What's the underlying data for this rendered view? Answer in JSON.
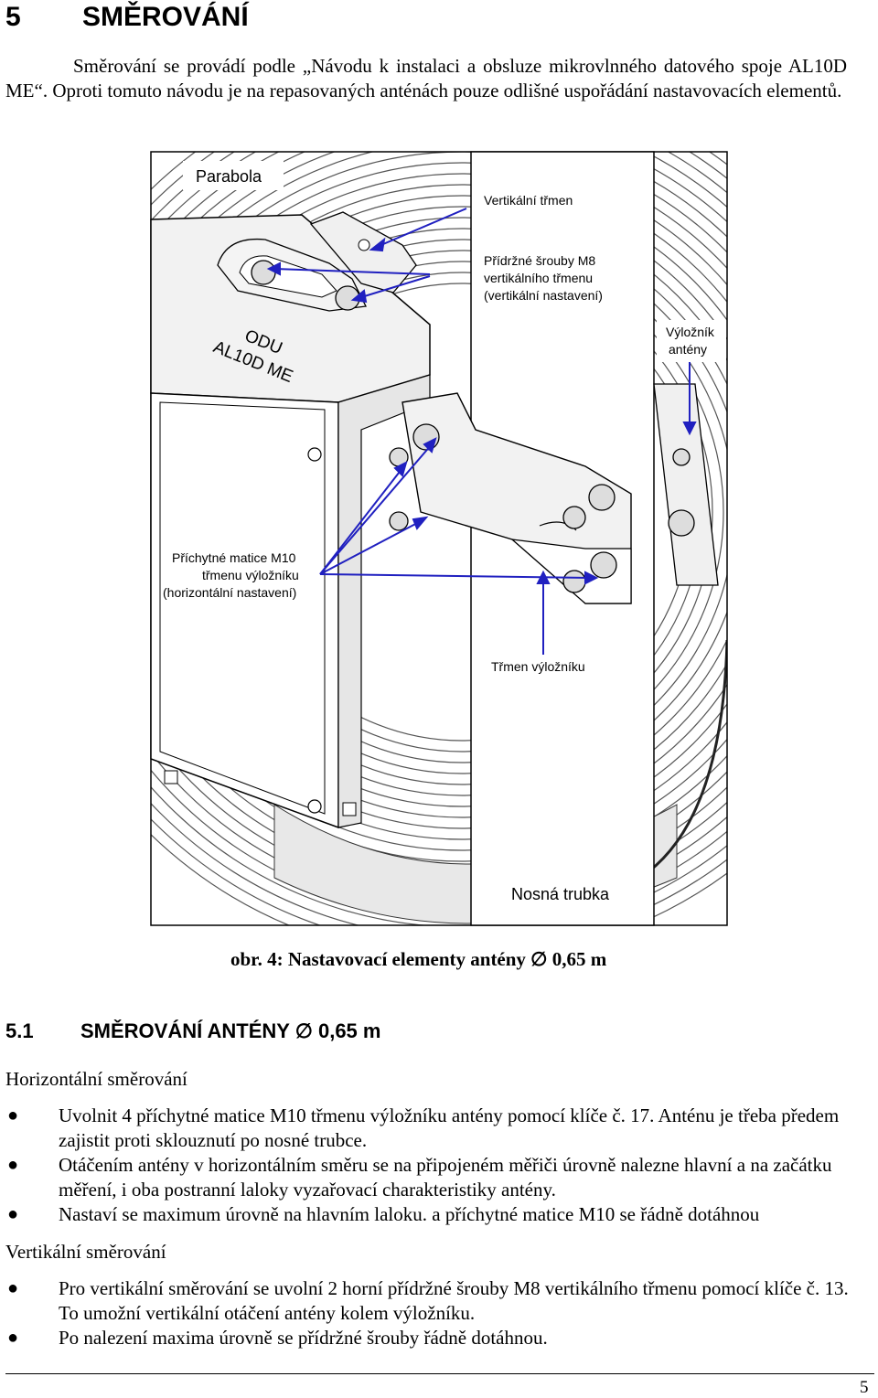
{
  "chapter": {
    "number": "5",
    "title": "SMĚROVÁNÍ"
  },
  "intro": "Směrování se provádí podle „Návodu k instalaci a obsluze mikrovlnného datového spoje AL10D ME“. Oproti tomuto návodu je na repasovaných anténách pouze odlišné uspořádání nastavovacích elementů.",
  "figure": {
    "labels": {
      "parabola": "Parabola",
      "vert_clamp": "Vertikální třmen",
      "screws_l1": "Přídržné šrouby M8",
      "screws_l2": "vertikálního třmenu",
      "screws_l3": "(vertikální nastavení)",
      "odu_l1": "ODU",
      "odu_l2": "AL10D ME",
      "arm_l1": "Výložník",
      "arm_l2": "antény",
      "nuts_l1": "Příchytné matice M10",
      "nuts_l2": "třmenu výložníku",
      "nuts_l3": "(horizontální nastavení)",
      "arm_clamp": "Třmen výložníku",
      "tube": "Nosná trubka"
    },
    "caption": "obr. 4: Nastavovací elementy antény ∅ 0,65 m"
  },
  "section": {
    "number": "5.1",
    "title": "SMĚROVÁNÍ ANTÉNY ∅ 0,65 m"
  },
  "horizontal": {
    "heading": "Horizontální směrování",
    "items": [
      "Uvolnit 4 příchytné matice M10 třmenu výložníku antény pomocí klíče č. 17. Anténu je třeba předem zajistit proti sklouznutí po nosné trubce.",
      "Otáčením antény v horizontálním směru se na připojeném měřiči úrovně nalezne hlavní a na začátku měření, i oba postranní laloky vyzařovací charakteristiky antény.",
      "Nastaví se maximum úrovně na hlavním laloku. a příchytné matice M10 se řádně dotáhnou"
    ]
  },
  "vertical": {
    "heading": "Vertikální směrování",
    "items": [
      "Pro vertikální směrování se uvolní 2 horní přídržné šrouby M8 vertikálního třmenu pomocí klíče č. 13. To umožní vertikální otáčení antény kolem výložníku.",
      "Po nalezení maxima úrovně se přídržné šrouby řádně dotáhnou."
    ]
  },
  "page_number": "5",
  "colors": {
    "leader": "#2020c0",
    "ink": "#000000"
  }
}
